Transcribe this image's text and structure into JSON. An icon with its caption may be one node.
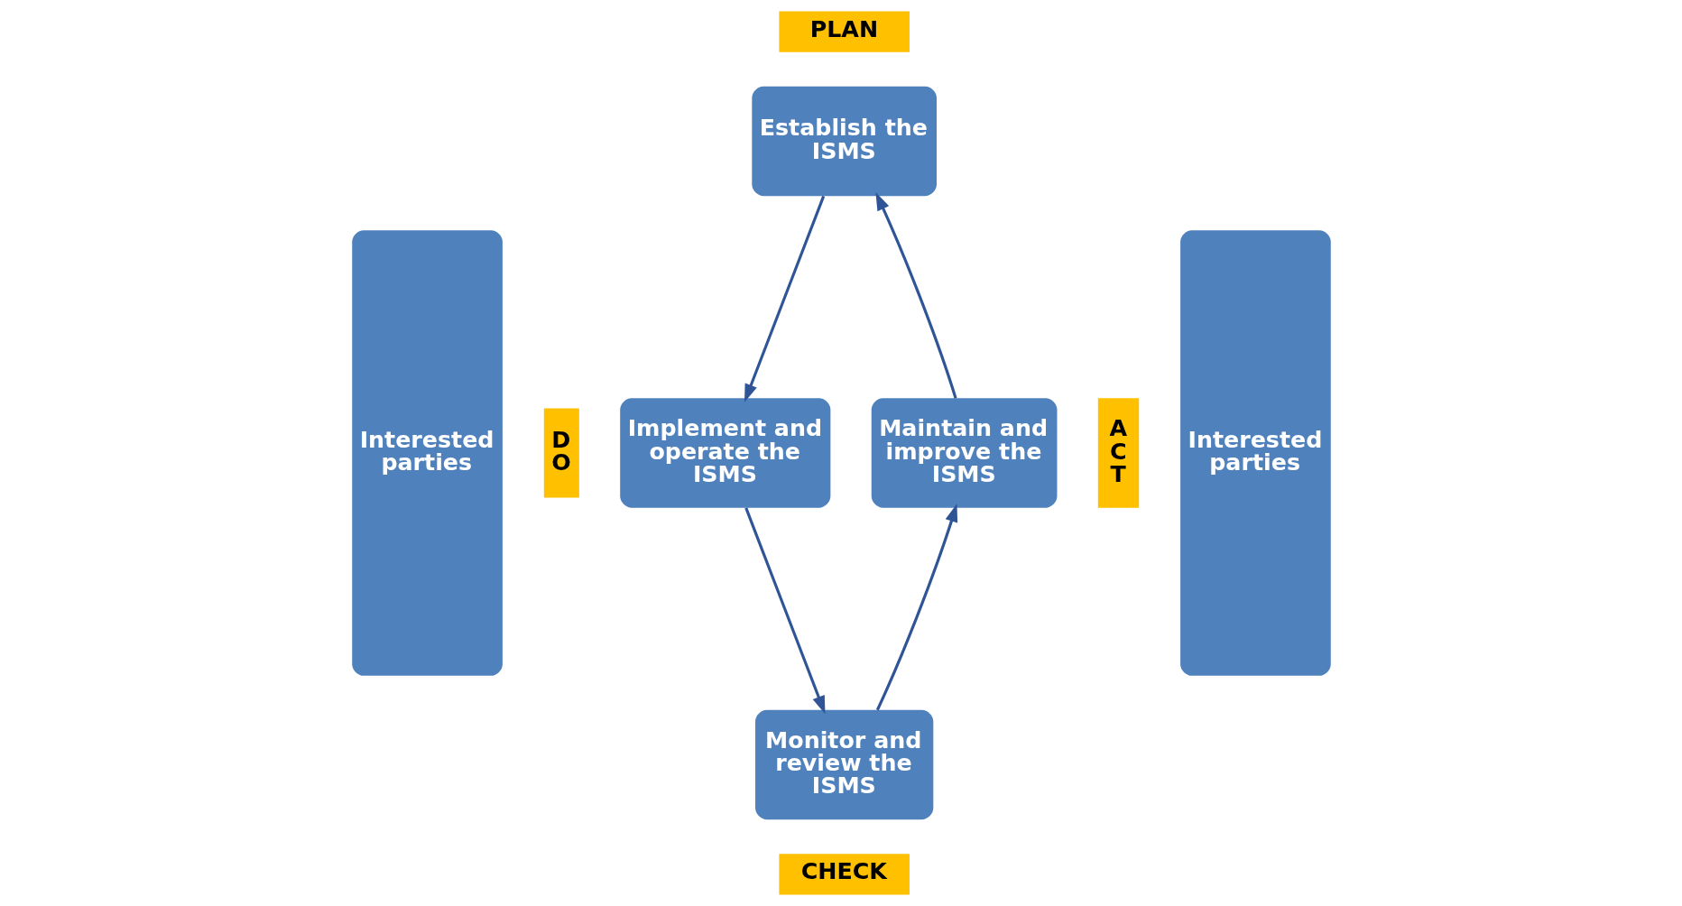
{
  "diagram": {
    "nodes": [
      {
        "text": [
          "Interested parties"
        ]
      },
      {
        "text": [
          "PLAN"
        ]
      },
      {
        "text": [
          "Establish the ISMS"
        ]
      },
      {
        "text": [
          "D O"
        ]
      },
      {
        "text": [
          "Implement and operate the ISMS"
        ]
      },
      {
        "text": [
          "Maintain and improve the ISMS"
        ]
      },
      {
        "text": [
          "A C T"
        ]
      },
      {
        "text": [
          "Monitor and review the ISMS"
        ]
      },
      {
        "text": [
          "CHECK"
        ]
      },
      {
        "text": [
          "Interested parties"
        ]
      }
    ],
    "edges": [
      {
        "from": 2,
        "to": 4,
        "arrow": "to"
      },
      {
        "from": 4,
        "to": 7,
        "arrow": "to"
      },
      {
        "from": 7,
        "to": 5,
        "arrow": "to"
      },
      {
        "from": 5,
        "to": 2,
        "arrow": "to"
      }
    ]
  }
}
